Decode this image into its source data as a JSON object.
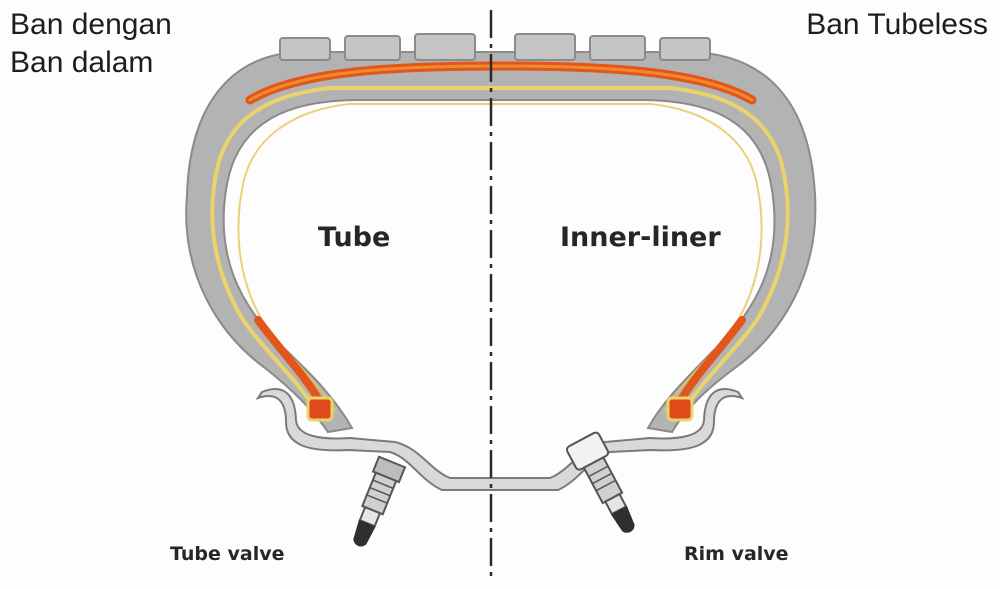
{
  "titles": {
    "left": "Ban dengan\nBan dalam",
    "right": "Ban Tubeless"
  },
  "labels": {
    "tube": "Tube",
    "inner_liner": "Inner-liner",
    "tube_valve": "Tube valve",
    "rim_valve": "Rim valve"
  },
  "colors": {
    "rubber": "#b3b3b3",
    "rubber_edge": "#8a8a8a",
    "belt": "#e2561c",
    "ply": "#ead36a",
    "bead": "#e04a1a",
    "rim": "#d9d9d9",
    "valve": "#c8c8c8",
    "valve_tip": "#2f2f2f"
  }
}
